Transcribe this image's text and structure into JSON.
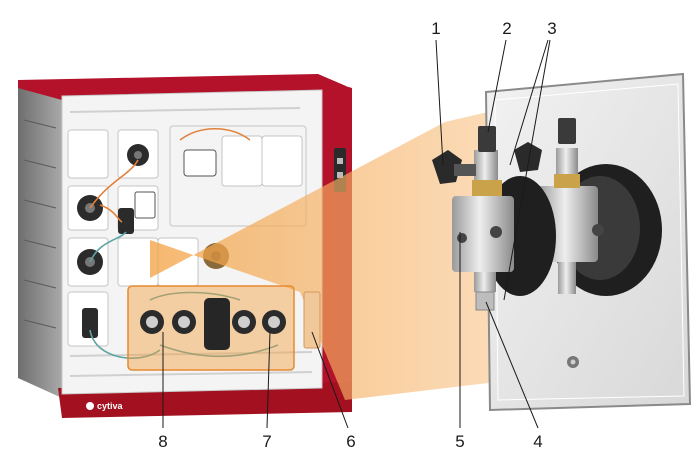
{
  "figure": {
    "brand_logo": "cytiva",
    "colors": {
      "chassis_red": "#b3122a",
      "beam_orange": "#f6b066",
      "highlight_orange": "#f3a040",
      "panel_white": "#f4f4f4",
      "plate_gray": "#e6e6e6",
      "metal": "#c8c8c8",
      "tube_teal": "#5fa3a3",
      "tube_orange": "#e2813a"
    },
    "callouts": [
      {
        "id": "1",
        "label": "1"
      },
      {
        "id": "2",
        "label": "2"
      },
      {
        "id": "3",
        "label": "3"
      },
      {
        "id": "4",
        "label": "4"
      },
      {
        "id": "5",
        "label": "5"
      },
      {
        "id": "6",
        "label": "6"
      },
      {
        "id": "7",
        "label": "7"
      },
      {
        "id": "8",
        "label": "8"
      }
    ]
  }
}
